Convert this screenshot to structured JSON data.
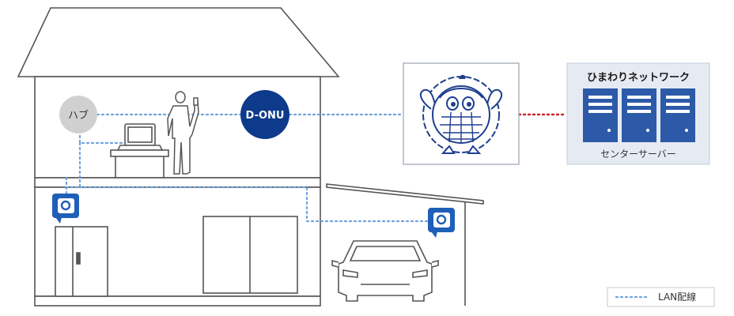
{
  "labels": {
    "hub": "ハブ",
    "onu": "D-ONU",
    "network_title": "ひまわりネットワーク",
    "server_caption": "センターサーバー",
    "legend_lan": "LAN配線"
  },
  "colors": {
    "house_stroke": "#555555",
    "hub_fill": "#d0d0d0",
    "onu_fill": "#0d3a8a",
    "lan_dotted": "#6ea2de",
    "fiber_dotted": "#cc2222",
    "camera": "#1f5fb8",
    "server_fill": "#2c5aa8",
    "box_bg": "#e6ebf3"
  },
  "icons": {
    "camera": "security-camera-icon",
    "laptop": "laptop-icon",
    "person": "person-with-phone-icon",
    "mascot": "sunflower-mascot-icon",
    "car": "car-icon",
    "server": "server-rack-icon"
  }
}
